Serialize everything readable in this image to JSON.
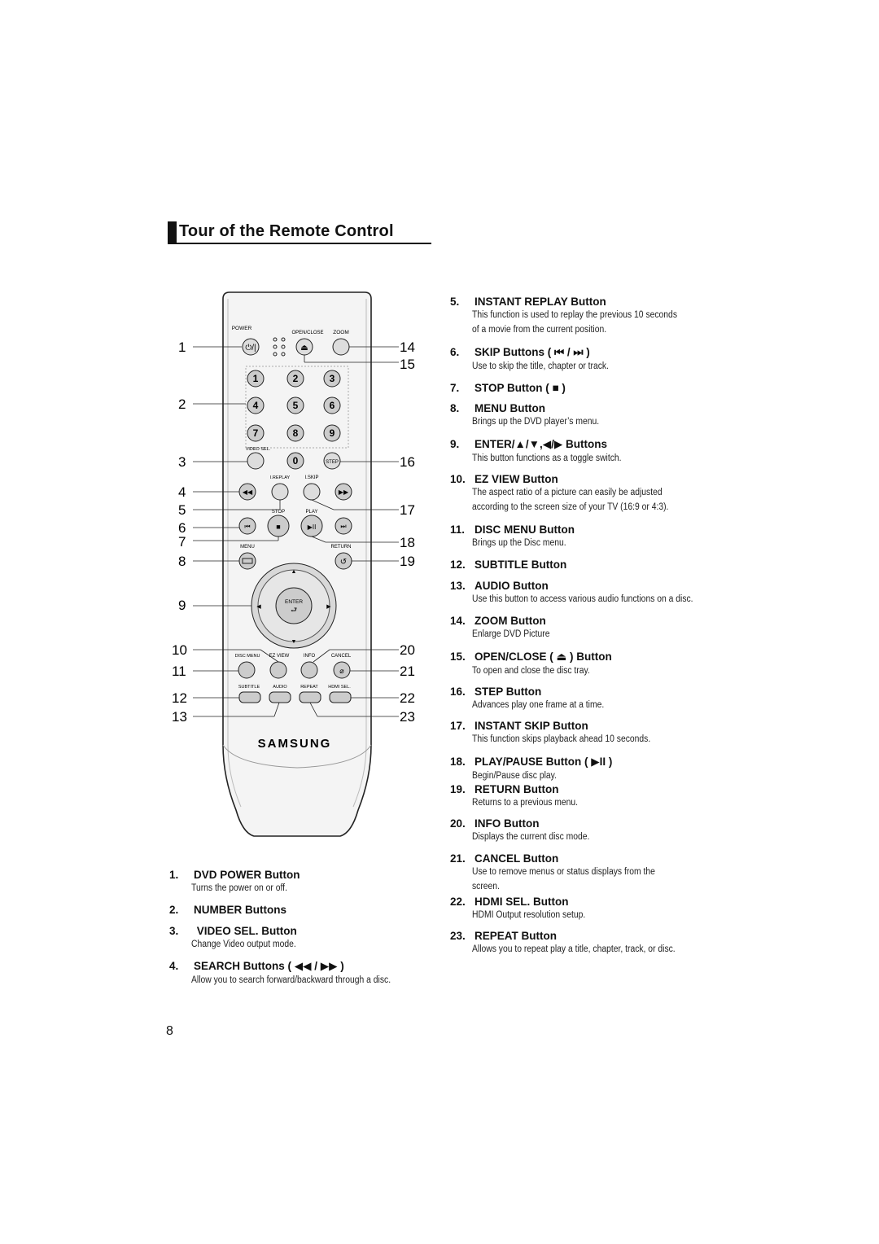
{
  "page": {
    "title": "Tour of the Remote Control",
    "page_number": "8"
  },
  "remote": {
    "buttons": {
      "power": "POWER",
      "open_close": "OPEN/CLOSE",
      "zoom": "ZOOM",
      "digits": [
        "1",
        "2",
        "3",
        "4",
        "5",
        "6",
        "7",
        "8",
        "9",
        "0"
      ],
      "video_sel": "VIDEO SEL.",
      "step": "STEP",
      "i_replay": "I.REPLAY",
      "i_skip": "I.SKIP",
      "stop": "STOP",
      "play": "PLAY",
      "menu": "MENU",
      "return": "RETURN",
      "enter": "ENTER",
      "disc_menu": "DISC MENU",
      "ez_view": "EZ VIEW",
      "info": "INFO",
      "cancel": "CANCEL",
      "subtitle": "SUBTITLE",
      "audio": "AUDIO",
      "repeat": "REPEAT",
      "hdmi_sel": "HDMI SEL."
    },
    "brand": "SAMSUNG",
    "callouts_left": [
      "1",
      "2",
      "3",
      "4",
      "5",
      "6",
      "7",
      "8",
      "9",
      "10",
      "11",
      "12",
      "13"
    ],
    "callouts_right": [
      "14",
      "15",
      "16",
      "17",
      "18",
      "19",
      "20",
      "21",
      "22",
      "23"
    ]
  },
  "items_left": [
    {
      "num": "1.",
      "label": "DVD POWER Button",
      "desc": "Turns the power on or off."
    },
    {
      "num": "2.",
      "label": "NUMBER Buttons",
      "desc": ""
    },
    {
      "num": "3.",
      "label": " VIDEO SEL. Button",
      "desc": "Change Video output mode."
    },
    {
      "num": "4.",
      "label": "SEARCH Buttons ( ◀◀ / ▶▶ )",
      "desc": "Allow you to search forward/backward through a disc."
    }
  ],
  "items_right": [
    {
      "num": "5.",
      "label": "INSTANT REPLAY Button",
      "desc": "This function is used to replay the previous 10 seconds",
      "desc2": "of a movie from the current position."
    },
    {
      "num": "6.",
      "label": "SKIP Buttons ( ⏮ / ⏭ )",
      "desc": "Use to skip the title, chapter or track."
    },
    {
      "num": "7.",
      "label": "STOP Button ( ■ )",
      "desc": ""
    },
    {
      "num": "8.",
      "label": "MENU Button",
      "desc": "Brings up the DVD player’s menu."
    },
    {
      "num": "9.",
      "label": "ENTER/▲/▼,◀/▶ Buttons",
      "desc": "This button functions as a toggle switch."
    },
    {
      "num": "10.",
      "label": "EZ VIEW Button",
      "desc": "The aspect ratio of a picture can easily be adjusted",
      "desc2": "according to the screen size of your TV (16:9 or 4:3)."
    },
    {
      "num": "11.",
      "label": "DISC MENU Button",
      "desc": "Brings up the Disc menu."
    },
    {
      "num": "12.",
      "label": "SUBTITLE Button",
      "desc": ""
    },
    {
      "num": "13.",
      "label": "AUDIO Button",
      "desc": "Use this button to access various audio functions on a disc."
    },
    {
      "num": "14.",
      "label": "ZOOM Button",
      "desc": "Enlarge DVD Picture"
    },
    {
      "num": "15.",
      "label": "OPEN/CLOSE ( ⏏ ) Button",
      "desc": "To open and close the disc tray."
    },
    {
      "num": "16.",
      "label": "STEP Button",
      "desc": "Advances play one frame at a time."
    },
    {
      "num": "17.",
      "label": "INSTANT SKIP Button",
      "desc": "This function skips playback ahead 10 seconds."
    },
    {
      "num": "18.",
      "label": "PLAY/PAUSE Button ( ▶II )",
      "desc": "Begin/Pause disc play."
    },
    {
      "num": "19.",
      "label": "RETURN Button",
      "desc": "Returns to a previous menu."
    },
    {
      "num": "20.",
      "label": "INFO Button",
      "desc": "Displays the current disc mode."
    },
    {
      "num": "21.",
      "label": "CANCEL Button",
      "desc": "Use to remove menus or status displays from the",
      "desc2": "screen."
    },
    {
      "num": "22.",
      "label": "HDMI SEL. Button",
      "desc": "HDMI Output resolution setup."
    },
    {
      "num": "23.",
      "label": "REPEAT Button",
      "desc": "Allows you to repeat play a title, chapter, track, or disc."
    }
  ]
}
